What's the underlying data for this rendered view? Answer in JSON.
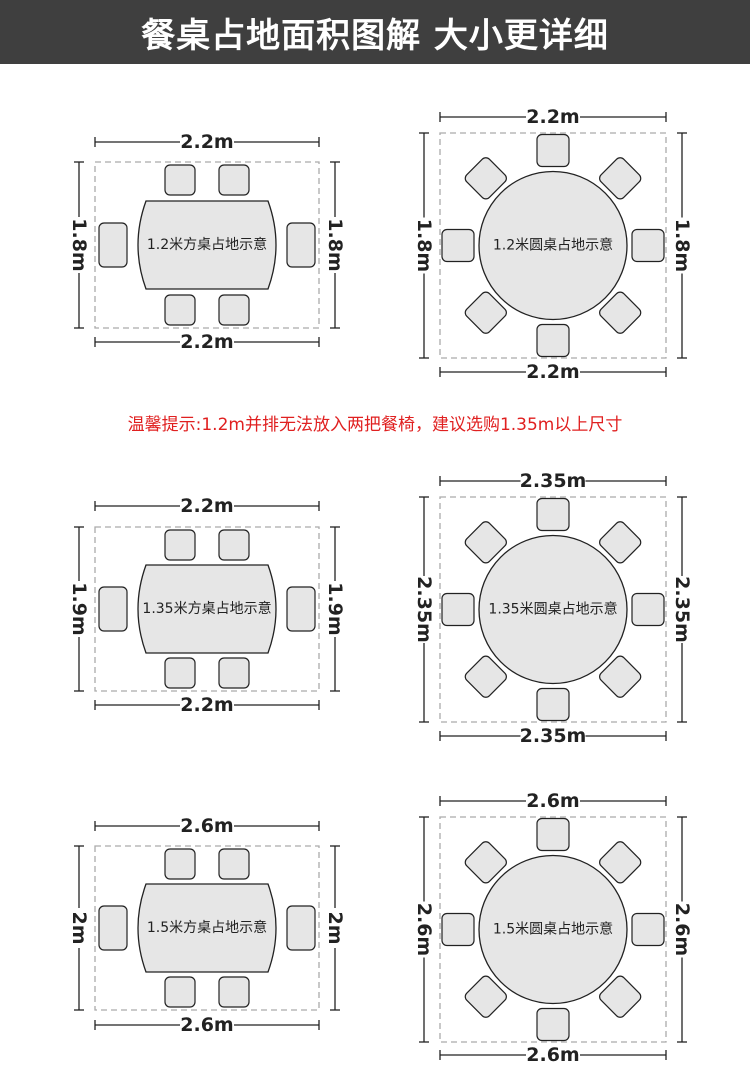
{
  "header": {
    "title": "餐桌占地面积图解 大小更详细"
  },
  "tip": {
    "text": "温馨提示:1.2m并排无法放入两把餐椅，建议选购1.35m以上尺寸"
  },
  "colors": {
    "header_bg": "#3f3f3f",
    "tip": "#e02020",
    "furniture_fill": "#e6e6e6",
    "stroke": "#222222",
    "dashed": "#aaaaaa"
  },
  "diagrams": [
    {
      "shape": "rect",
      "table_label": "1.2米方桌占地示意",
      "width_label": "2.2m",
      "height_label": "1.8m"
    },
    {
      "shape": "round",
      "table_label": "1.2米圆桌占地示意",
      "width_label": "2.2m",
      "height_label": "1.8m"
    },
    {
      "shape": "rect",
      "table_label": "1.35米方桌占地示意",
      "width_label": "2.2m",
      "height_label": "1.9m"
    },
    {
      "shape": "round",
      "table_label": "1.35米圆桌占地示意",
      "width_label": "2.35m",
      "height_label": "2.35m"
    },
    {
      "shape": "rect",
      "table_label": "1.5米方桌占地示意",
      "width_label": "2.6m",
      "height_label": "2m"
    },
    {
      "shape": "round",
      "table_label": "1.5米圆桌占地示意",
      "width_label": "2.6m",
      "height_label": "2.6m"
    }
  ]
}
